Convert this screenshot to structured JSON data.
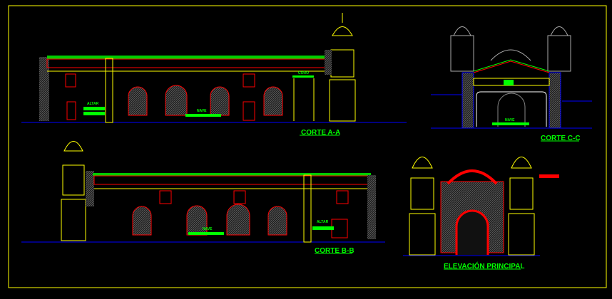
{
  "drawing": {
    "labels": {
      "corte_aa": "CORTE A-A",
      "corte_cc": "CORTE C-C",
      "corte_bb": "CORTE B-B",
      "elevacion": "ELEVACIÓN PRINCIPAL"
    },
    "annotations": {
      "altar_a": "ALTAR",
      "nave_a": "NAVE",
      "coro": "CORO",
      "nave_c": "NAVE",
      "nave_b": "NAVE",
      "altar_b": "ALTAR"
    },
    "colors": {
      "frame": "#ffff00",
      "label": "#00ff00",
      "wall": "#ffff00",
      "opening": "#ff0000",
      "ground": "#0000ff",
      "hatch": "#808080"
    }
  }
}
